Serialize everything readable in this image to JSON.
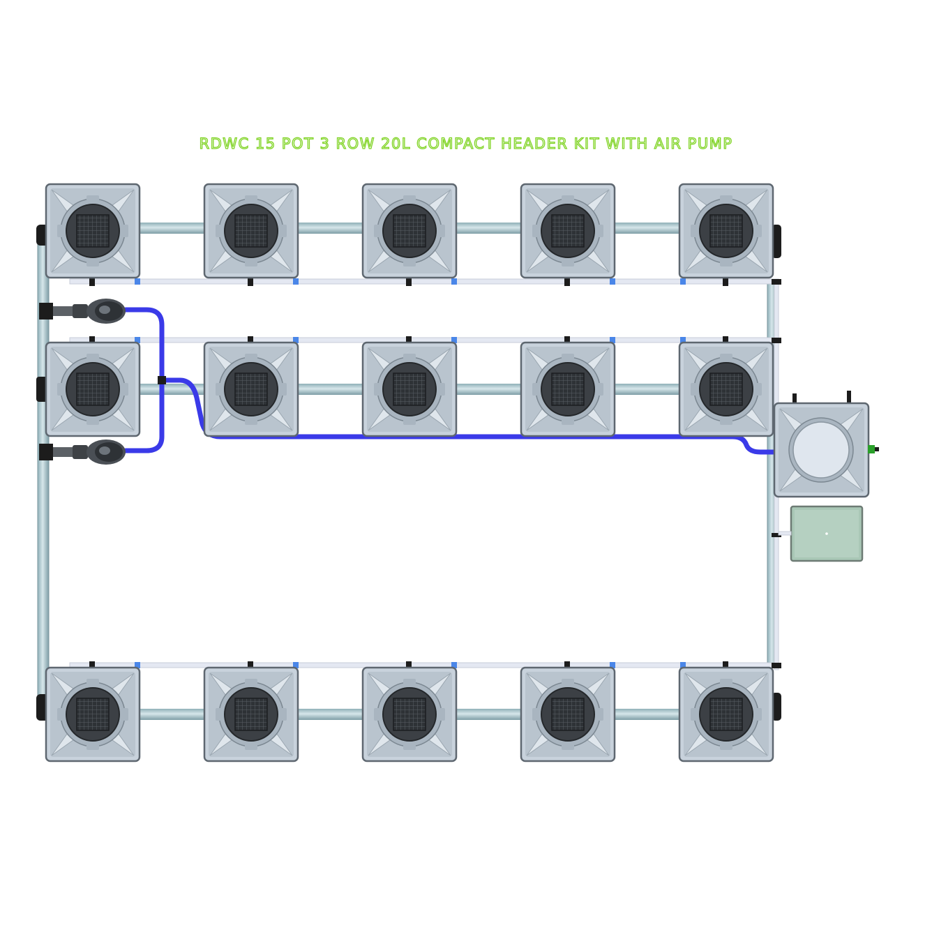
{
  "title": "RDWC 15 POT 3 ROW 20L COMPACT HEADER KIT WITH AIR PUMP",
  "colors": {
    "title_green": "#7ed321",
    "pot_body": "#c8d2dc",
    "pot_edge": "#5e6770",
    "lid_dark": "#3c4045",
    "pipe": "#a9c4cc",
    "air_line": "#3a3ae8",
    "tube": "#e4e8f2",
    "fitting_blue": "#4a86e8",
    "air_pump": "#a9c7b6"
  },
  "pot_rows": [
    {
      "row": "top",
      "pots": 5
    },
    {
      "row": "middle",
      "pots": 5
    },
    {
      "row": "bottom",
      "pots": 5
    }
  ],
  "pot_icon": "square-pot-with-net-cup-icon",
  "control_bucket_icon": "control-bucket-icon",
  "air_pump_icon": "air-pump-icon",
  "water_pump_icon": "water-pump-icon"
}
